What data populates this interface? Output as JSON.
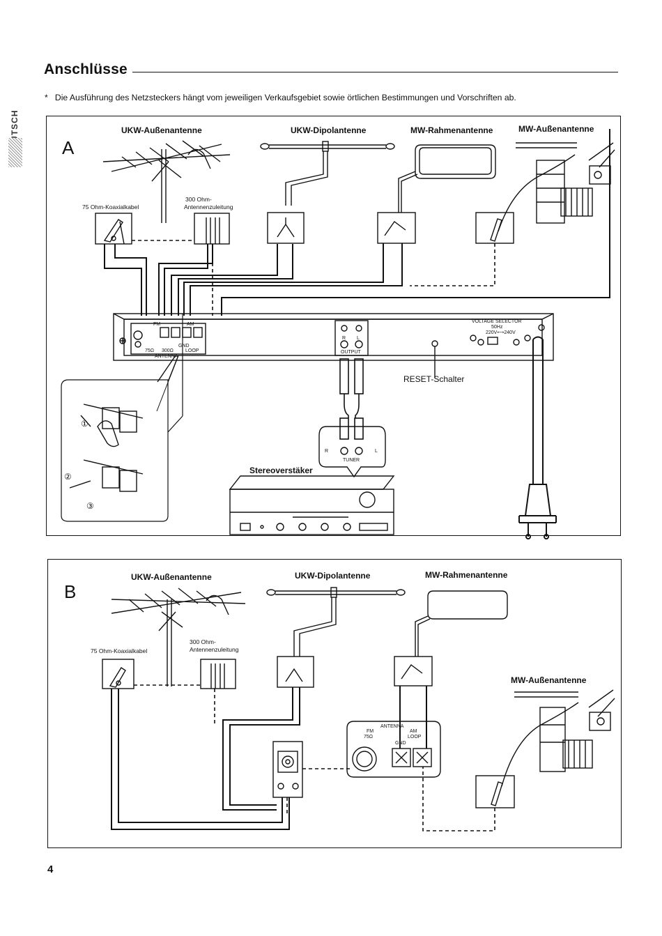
{
  "page": {
    "heading": "Anschlüsse",
    "note_marker": "*",
    "note": "Die Ausführung des Netzsteckers hängt vom jeweiligen Verkaufsgebiet sowie örtlichen Bestimmungen und Vorschriften ab.",
    "side_tab": "DEUTSCH",
    "page_number": "4"
  },
  "panel_a": {
    "letter": "A",
    "labels": {
      "ukw_outdoor": "UKW-Außenantenne",
      "ukw_dipole": "UKW-Dipolantenne",
      "mw_loop": "MW-Rahmenantenne",
      "mw_outdoor": "MW-Außenantenne",
      "coax": "75 Ohm-Koaxialkabel",
      "ribbon_1": "300 Ohm-",
      "ribbon_2": "Antennenzuleitung",
      "reset": "RESET-Schalter",
      "amplifier": "Stereoverstäker",
      "tuner": "TUNER",
      "output": "OUTPUT",
      "voltage_selector": "VOLTAGE SELECTOR",
      "voltage_hz": "50Hz",
      "voltage_range": "220V⟷240V",
      "antenna": "ANTENNA",
      "fm": "FM",
      "am": "AM",
      "gnd": "GND",
      "loop": "LOOP",
      "ohm75": "75Ω",
      "ohm300": "300Ω",
      "r": "R",
      "l": "L",
      "step1": "①",
      "step2": "②",
      "step3": "③"
    }
  },
  "panel_b": {
    "letter": "B",
    "labels": {
      "ukw_outdoor": "UKW-Außenantenne",
      "ukw_dipole": "UKW-Dipolantenne",
      "mw_loop": "MW-Rahmenantenne",
      "mw_outdoor": "MW-Außenantenne",
      "coax": "75 Ohm-Koaxialkabel",
      "ribbon_1": "300 Ohm-",
      "ribbon_2": "Antennenzuleitung",
      "antenna": "ANTENNA",
      "fm": "FM",
      "fm_ohm": "75Ω",
      "am": "AM",
      "loop": "LOOP",
      "gnd": "GND"
    }
  }
}
